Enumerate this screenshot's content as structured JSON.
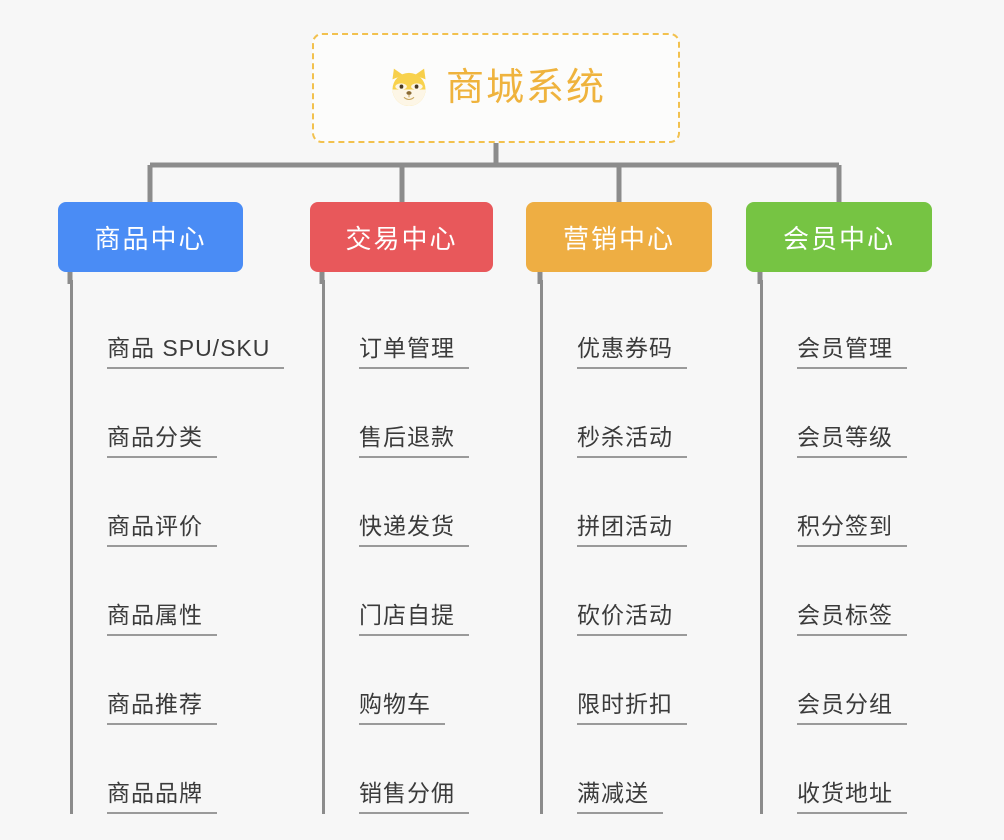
{
  "diagram": {
    "title": "商城系统",
    "root": {
      "label": "商城系统",
      "icon": "shiba-dog-face-icon",
      "border_color": "#f2c14e",
      "text_color": "#efb33d",
      "background": "#fcfcfb"
    },
    "background": "#f7f7f7",
    "connector_color": "#8c8c8c",
    "branches": [
      {
        "label": "商品中心",
        "color": "#4a8cf5",
        "items": [
          "商品 SPU/SKU",
          "商品分类",
          "商品评价",
          "商品属性",
          "商品推荐",
          "商品品牌"
        ]
      },
      {
        "label": "交易中心",
        "color": "#e8585b",
        "items": [
          "订单管理",
          "售后退款",
          "快递发货",
          "门店自提",
          "购物车",
          "销售分佣"
        ]
      },
      {
        "label": "营销中心",
        "color": "#eeae43",
        "items": [
          "优惠券码",
          "秒杀活动",
          "拼团活动",
          "砍价活动",
          "限时折扣",
          "满减送"
        ]
      },
      {
        "label": "会员中心",
        "color": "#76c443",
        "items": [
          "会员管理",
          "会员等级",
          "积分签到",
          "会员标签",
          "会员分组",
          "收货地址"
        ]
      }
    ]
  }
}
